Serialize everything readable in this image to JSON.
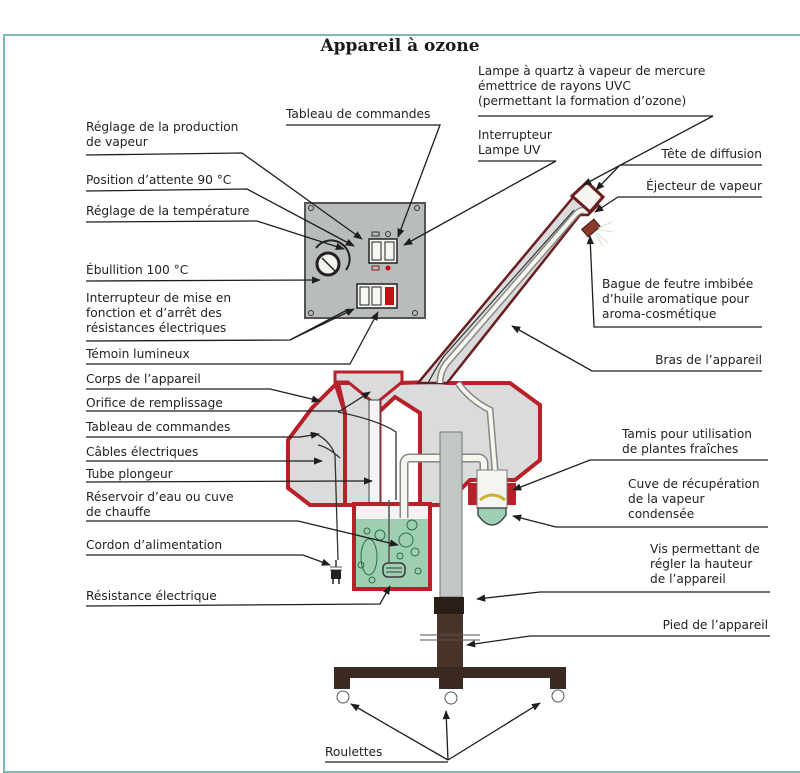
{
  "title": "Appareil à ozone",
  "colors": {
    "frame": "#7fb7b1",
    "body_outline": "#b8202a",
    "body_fill": "#d9dbdc",
    "water": "#9fcfb2",
    "panel": "#b9bcbd",
    "stand": "#3a2a22",
    "indicator_red": "#c01010"
  },
  "labels_left": [
    {
      "id": "reglage-vapeur",
      "lines": [
        "Réglage de la production",
        "de vapeur"
      ]
    },
    {
      "id": "position-attente",
      "lines": [
        "Position d’attente 90 °C"
      ]
    },
    {
      "id": "reglage-temperature",
      "lines": [
        "Réglage de la température"
      ]
    },
    {
      "id": "ebullition",
      "lines": [
        "Ébullition 100 °C"
      ]
    },
    {
      "id": "interrupteur-resistances",
      "lines": [
        "Interrupteur de mise en",
        "fonction et d’arrêt des",
        "résistances électriques"
      ]
    },
    {
      "id": "temoin-lumineux",
      "lines": [
        "Témoin lumineux"
      ]
    },
    {
      "id": "corps-appareil",
      "lines": [
        "Corps de l’appareil"
      ]
    },
    {
      "id": "orifice-remplissage",
      "lines": [
        "Orifice de remplissage"
      ]
    },
    {
      "id": "tableau-commandes-bas",
      "lines": [
        "Tableau de commandes"
      ]
    },
    {
      "id": "cables-electriques",
      "lines": [
        "Câbles électriques"
      ]
    },
    {
      "id": "tube-plongeur",
      "lines": [
        "Tube plongeur"
      ]
    },
    {
      "id": "reservoir-eau",
      "lines": [
        "Réservoir d’eau ou cuve",
        "de chauffe"
      ]
    },
    {
      "id": "cordon-alimentation",
      "lines": [
        "Cordon d’alimentation"
      ]
    },
    {
      "id": "resistance-electrique",
      "lines": [
        "Résistance électrique"
      ]
    }
  ],
  "labels_top": [
    {
      "id": "tableau-commandes-haut",
      "lines": [
        "Tableau de commandes"
      ]
    },
    {
      "id": "lampe-quartz",
      "lines": [
        "Lampe à quartz à vapeur de mercure",
        "émettrice de rayons UVC",
        "(permettant la formation d’ozone)"
      ]
    },
    {
      "id": "interrupteur-lampe",
      "lines": [
        "Interrupteur",
        "Lampe UV"
      ]
    }
  ],
  "labels_right": [
    {
      "id": "tete-diffusion",
      "lines": [
        "Tête de diffusion"
      ]
    },
    {
      "id": "ejecteur-vapeur",
      "lines": [
        "Éjecteur de  vapeur"
      ]
    },
    {
      "id": "bague-feutre",
      "lines": [
        "Bague de feutre imbibée",
        "d’huile aromatique pour",
        "aroma-cosmétique"
      ]
    },
    {
      "id": "bras-appareil",
      "lines": [
        "Bras de l’appareil"
      ]
    },
    {
      "id": "tamis",
      "lines": [
        "Tamis pour utilisation",
        "de plantes fraîches"
      ]
    },
    {
      "id": "cuve-recuperation",
      "lines": [
        "Cuve de récupération",
        "de la vapeur",
        "condensée"
      ]
    },
    {
      "id": "vis-hauteur",
      "lines": [
        "Vis permettant de",
        "régler la hauteur",
        "de l’appareil"
      ]
    },
    {
      "id": "pied-appareil",
      "lines": [
        "Pied de l’appareil"
      ]
    }
  ],
  "labels_bottom": [
    {
      "id": "roulettes",
      "lines": [
        "Roulettes"
      ]
    }
  ]
}
